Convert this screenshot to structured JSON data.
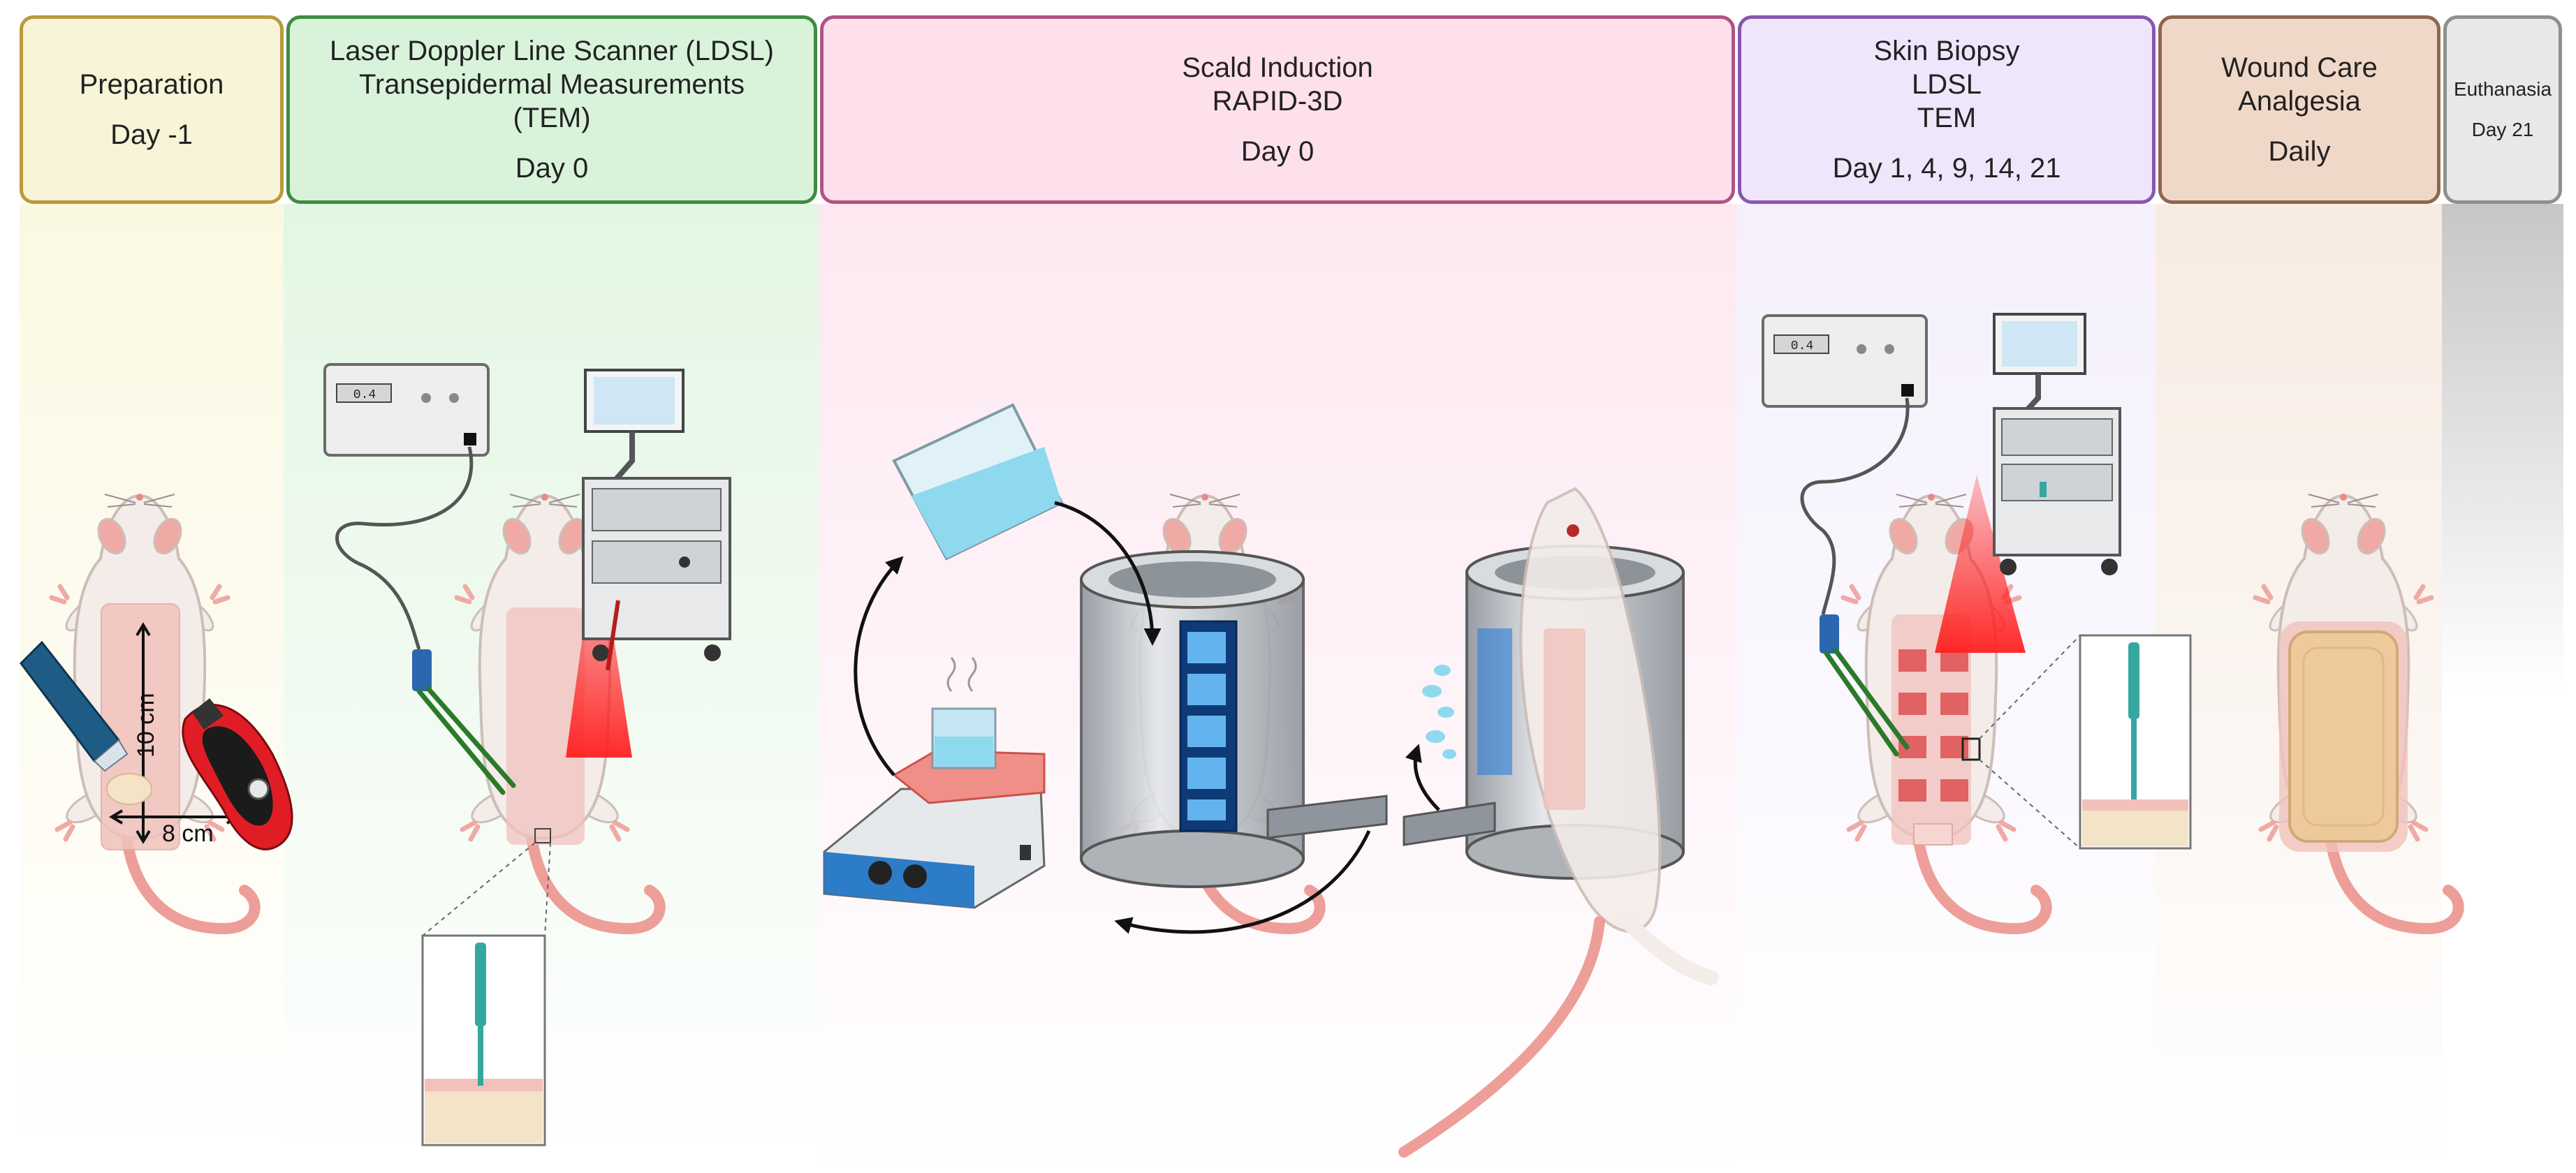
{
  "stages": [
    {
      "key": "prep",
      "lines": [
        "Preparation"
      ],
      "day": "Day -1",
      "colors": {
        "fill": "#f8f4d8",
        "border": "#b89a3c",
        "band": "#fbf8e2"
      }
    },
    {
      "key": "ldsl",
      "lines": [
        "Laser Doppler Line Scanner (LDSL)",
        "Transepidermal Measurements",
        "(TEM)"
      ],
      "day": "Day 0",
      "colors": {
        "fill": "#d9f3db",
        "border": "#3f8c3f",
        "band": "#e3f6e3"
      }
    },
    {
      "key": "scald",
      "lines": [
        "Scald Induction",
        "RAPID-3D"
      ],
      "day": "Day 0",
      "colors": {
        "fill": "#fde0ec",
        "border": "#b05384",
        "band": "#fde8f1"
      }
    },
    {
      "key": "biopsy",
      "lines": [
        "Skin Biopsy",
        "LDSL",
        "TEM"
      ],
      "day": "Day 1, 4, 9, 14, 21",
      "colors": {
        "fill": "#efe6fb",
        "border": "#8758b0",
        "band": "#f5f0fc"
      }
    },
    {
      "key": "wound",
      "lines": [
        "Wound Care",
        "Analgesia"
      ],
      "day": "Daily",
      "colors": {
        "fill": "#f0d8c8",
        "border": "#8e6650",
        "band": "#f7ebe2"
      }
    },
    {
      "key": "euth",
      "lines": [
        "Euthanasia"
      ],
      "day": "Day 21",
      "colors": {
        "fill": "#e8e8e8",
        "border": "#8f8f8f",
        "band": "#c7c7c7"
      }
    }
  ],
  "annotations": {
    "length_label": "10 cm",
    "width_label": "8 cm",
    "monitor_readout": "0.4",
    "biopsy_readout": "0.4"
  },
  "colors": {
    "rat_fur": "#f3ece9",
    "rat_outline": "#cdbdb8",
    "rat_pink": "#f0aaa5",
    "tail": "#ee9e98",
    "shaved": "#f1c2bc",
    "laser": "#ff3a3a",
    "probe": "#35a7a1",
    "water": "#8fd9ef",
    "metal": "#bfc3c8",
    "window": "#2d7fd8",
    "dressing": "#eec99c"
  }
}
